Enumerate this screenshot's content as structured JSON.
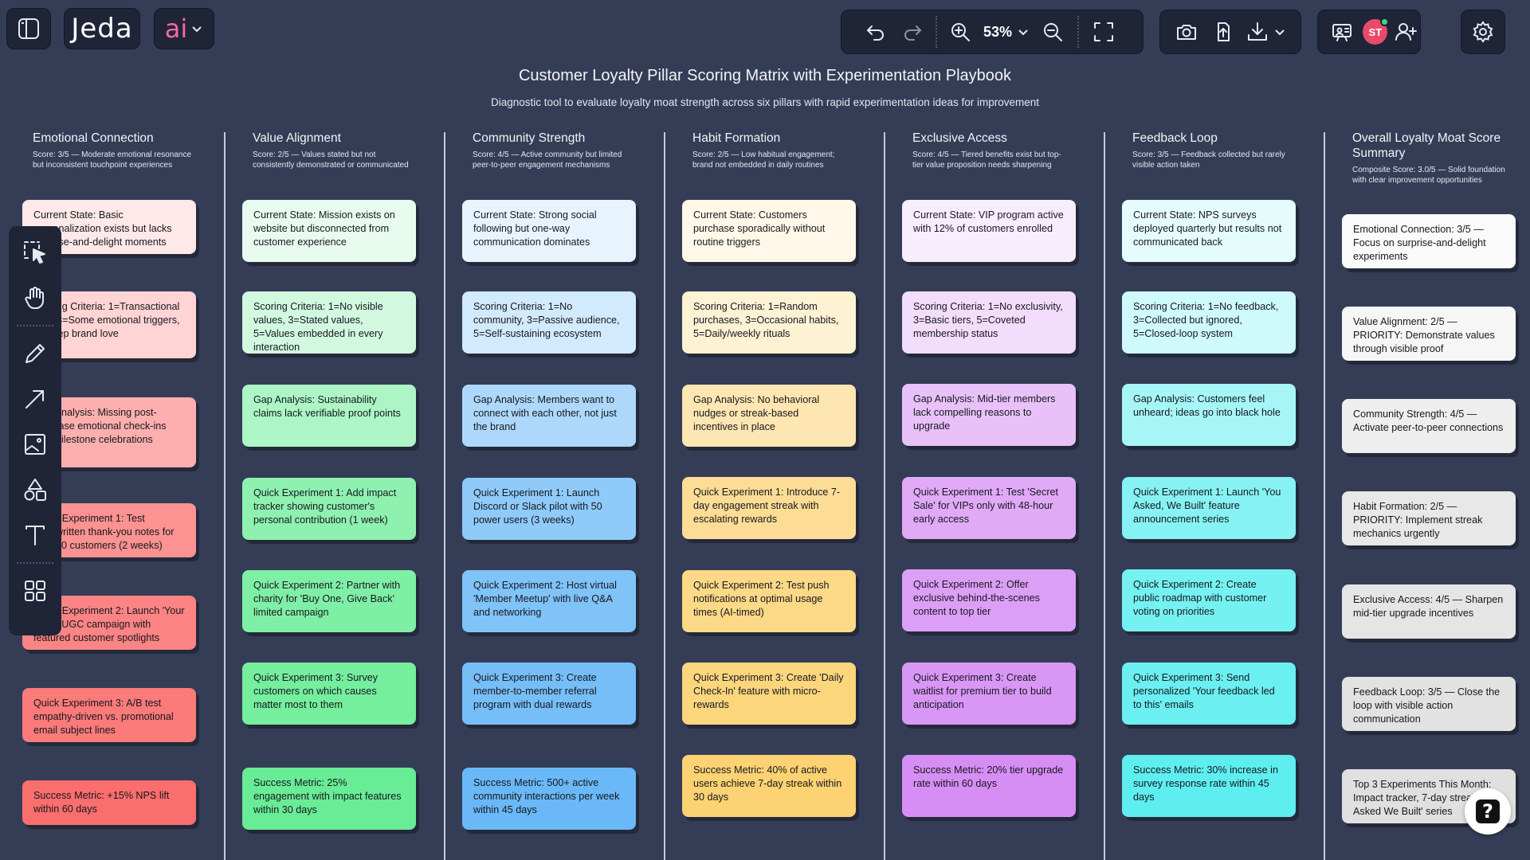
{
  "app": {
    "logo_text": "Jeda",
    "ai_label": "ai"
  },
  "toolbar": {
    "zoom": "53%",
    "avatar_initials": "ST"
  },
  "board": {
    "title": "Customer Loyalty Pillar Scoring Matrix with Experimentation Playbook",
    "subtitle": "Diagnostic tool to evaluate loyalty moat strength across six pillars with rapid experimentation ideas for improvement"
  },
  "columns": [
    {
      "title": "Emotional Connection",
      "score": "Score: 3/5 — Moderate emotional resonance but inconsistent touchpoint experiences",
      "color": "#fb6e6e",
      "notes": [
        "Current State: Basic personalization exists but lacks surprise-and-delight moments",
        "Scoring Criteria: 1=Transactional only, 3=Some emotional triggers, 5=Deep brand love",
        "Gap Analysis: Missing post-purchase emotional check-ins and milestone celebrations",
        "Quick Experiment 1: Test handwritten thank-you notes for top 100 customers (2 weeks)",
        "Quick Experiment 2: Launch 'Your Story' UGC campaign with featured customer spotlights",
        "Quick Experiment 3: A/B test empathy-driven vs. promotional email subject lines",
        "Success Metric: +15% NPS lift within 60 days"
      ]
    },
    {
      "title": "Value Alignment",
      "score": "Score: 2/5 — Values stated but not consistently demonstrated or communicated",
      "color": "#69ec96",
      "notes": [
        "Current State: Mission exists on website but disconnected from customer experience",
        "Scoring Criteria: 1=No visible values, 3=Stated values, 5=Values embedded in every interaction",
        "Gap Analysis: Sustainability claims lack verifiable proof points",
        "Quick Experiment 1: Add impact tracker showing customer's personal contribution (1 week)",
        "Quick Experiment 2: Partner with charity for 'Buy One, Give Back' limited campaign",
        "Quick Experiment 3: Survey customers on which causes matter most to them",
        "Success Metric: 25% engagement with impact features within 30 days"
      ]
    },
    {
      "title": "Community Strength",
      "score": "Score: 4/5 — Active community but limited peer-to-peer engagement mechanisms",
      "color": "#6ab8f7",
      "notes": [
        "Current State: Strong social following but one-way communication dominates",
        "Scoring Criteria: 1=No community, 3=Passive audience, 5=Self-sustaining ecosystem",
        "Gap Analysis: Members want to connect with each other, not just the brand",
        "Quick Experiment 1: Launch Discord or Slack pilot with 50 power users (3 weeks)",
        "Quick Experiment 2: Host virtual 'Member Meetup' with live Q&A and networking",
        "Quick Experiment 3: Create member-to-member referral program with dual rewards",
        "Success Metric: 500+ active community interactions per week within 45 days"
      ]
    },
    {
      "title": "Habit Formation",
      "score": "Score: 2/5 — Low habitual engagement; brand not embedded in daily routines",
      "color": "#fcd272",
      "notes": [
        "Current State: Customers purchase sporadically without routine triggers",
        "Scoring Criteria: 1=Random purchases, 3=Occasional habits, 5=Daily/weekly rituals",
        "Gap Analysis: No behavioral nudges or streak-based incentives in place",
        "Quick Experiment 1: Introduce 7-day engagement streak with escalating rewards",
        "Quick Experiment 2: Test push notifications at optimal usage times (AI-timed)",
        "Quick Experiment 3: Create 'Daily Check-In' feature with micro-rewards",
        "Success Metric: 40% of active users achieve 7-day streak within 30 days"
      ]
    },
    {
      "title": "Exclusive Access",
      "score": "Score: 4/5 — Tiered benefits exist but top-tier value proposition needs sharpening",
      "color": "#d68ef4",
      "notes": [
        "Current State: VIP program active with 12% of customers enrolled",
        "Scoring Criteria: 1=No exclusivity, 3=Basic tiers, 5=Coveted membership status",
        "Gap Analysis: Mid-tier members lack compelling reasons to upgrade",
        "Quick Experiment 1: Test 'Secret Sale' for VIPs only with 48-hour early access",
        "Quick Experiment 2: Offer exclusive behind-the-scenes content to top tier",
        "Quick Experiment 3: Create waitlist for premium tier to build anticipation",
        "Success Metric: 20% tier upgrade rate within 60 days"
      ]
    },
    {
      "title": "Feedback Loop",
      "score": "Score: 3/5 — Feedback collected but rarely visible action taken",
      "color": "#5eeef0",
      "notes": [
        "Current State: NPS surveys deployed quarterly but results not communicated back",
        "Scoring Criteria: 1=No feedback, 3=Collected but ignored, 5=Closed-loop system",
        "Gap Analysis: Customers feel unheard; ideas go into black hole",
        "Quick Experiment 1: Launch 'You Asked, We Built' feature announcement series",
        "Quick Experiment 2: Create public roadmap with customer voting on priorities",
        "Quick Experiment 3: Send personalized 'Your feedback led to this' emails",
        "Success Metric: 30% increase in survey response rate within 45 days"
      ]
    },
    {
      "title": "Overall Loyalty Moat Score Summary",
      "score": "Composite Score: 3.0/5 — Solid foundation with clear improvement opportunities",
      "color": "#e0e0e0",
      "notes": [
        "Emotional Connection: 3/5 — Focus on surprise-and-delight experiments",
        "Value Alignment: 2/5 — PRIORITY: Demonstrate values through visible proof",
        "Community Strength: 4/5 — Activate peer-to-peer connections",
        "Habit Formation: 2/5 — PRIORITY: Implement streak mechanics urgently",
        "Exclusive Access: 4/5 — Sharpen mid-tier upgrade incentives",
        "Feedback Loop: 3/5 — Close the loop with visible action communication",
        "Top 3 Experiments This Month: Impact tracker, 7-day streak, 'You Asked We Built' series"
      ]
    }
  ]
}
